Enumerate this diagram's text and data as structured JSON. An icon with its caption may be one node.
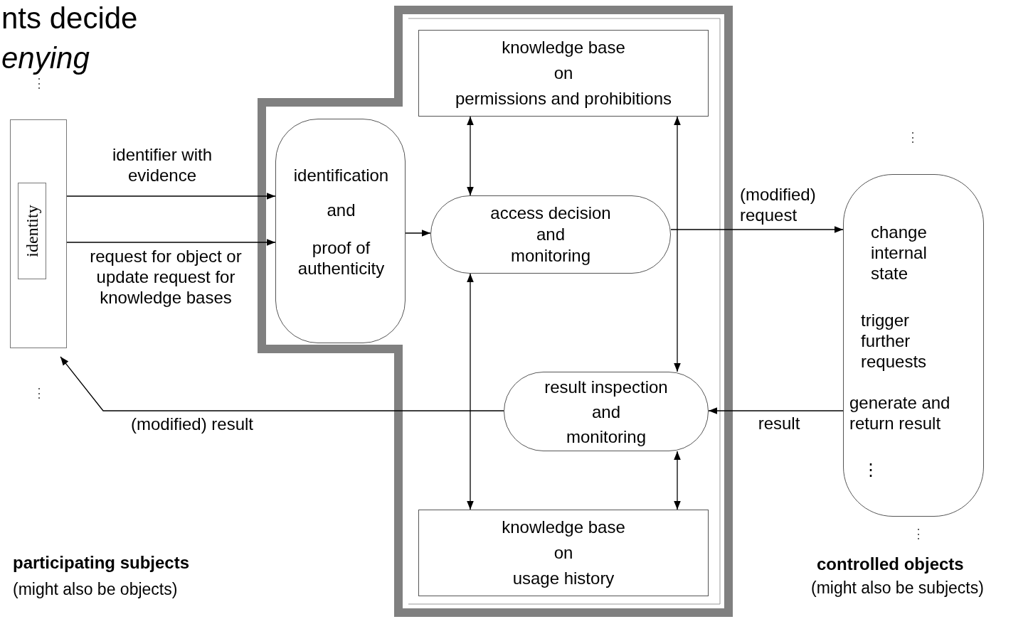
{
  "diagram": {
    "nodes": [
      {
        "text": [],
        "shape": "box"
      },
      {
        "text": [
          "identity"
        ],
        "in": 0
      },
      {
        "text": [],
        "shape": "box"
      },
      {
        "text": [
          "identification",
          "and",
          "proof of authenticity"
        ],
        "in": 2
      },
      {
        "text": [
          "knowledge base",
          "on",
          "permissions and prohibitions"
        ],
        "in": 2
      },
      {
        "text": [
          "access decision",
          "and",
          "monitoring"
        ],
        "in": 2
      },
      {
        "text": [
          "result inspection",
          "and",
          "monitoring"
        ],
        "in": 2
      },
      {
        "text": [
          "knowledge base",
          "on",
          "usage history"
        ],
        "in": 2
      },
      {
        "text": [
          "change internal state",
          "trigger further requests",
          "generate and return result",
          "⋮"
        ]
      }
    ],
    "edges": [
      {
        "from": 0,
        "to": 3,
        "arrow": "to",
        "label": "identifier with evidence"
      },
      {
        "from": 0,
        "to": 3,
        "arrow": "to",
        "label": "request for object or update request for knowledge bases"
      },
      {
        "from": 3,
        "to": 5,
        "arrow": "to"
      },
      {
        "from": 4,
        "to": 5,
        "arrow": "both"
      },
      {
        "from": 5,
        "to": 8,
        "arrow": "to",
        "label": "(modified) request"
      },
      {
        "from": 4,
        "to": 6,
        "arrow": "both"
      },
      {
        "from": 5,
        "to": 7,
        "arrow": "both"
      },
      {
        "from": 6,
        "to": 7,
        "arrow": "both"
      },
      {
        "from": 8,
        "to": 6,
        "arrow": "to",
        "label": "result"
      },
      {
        "from": 6,
        "to": 0,
        "arrow": "to",
        "label": "(modified) result"
      }
    ],
    "labels": [
      "nts decide",
      "enying",
      "⋮",
      "⋮",
      "⋮",
      "⋮",
      "participating subjects",
      "(might also be objects)",
      "controlled objects",
      "(might also be subjects)"
    ]
  }
}
